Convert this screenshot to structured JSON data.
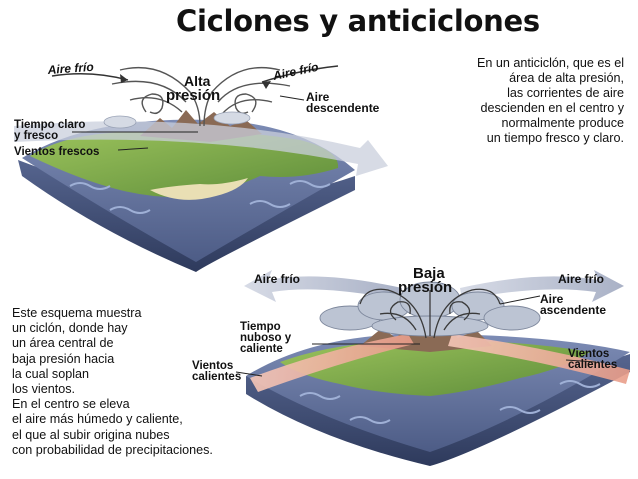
{
  "title": "Ciclones y anticiclones",
  "anticyclone": {
    "center_label_line1": "Alta",
    "center_label_line2": "presión",
    "cold_air_left": "Aire frío",
    "cold_air_right": "Aire frío",
    "descending_line1": "Aire",
    "descending_line2": "descendente",
    "weather_line1": "Tiempo claro",
    "weather_line2": "y fresco",
    "winds": "Vientos frescos",
    "description_lines": [
      "En un anticiclón, que es el",
      "área de alta presión,",
      "las corrientes de aire",
      "descienden en el centro y",
      "normalmente produce",
      "un tiempo fresco y claro."
    ]
  },
  "cyclone": {
    "center_label_line1": "Baja",
    "center_label_line2": "presión",
    "cold_air_left": "Aire frío",
    "cold_air_right": "Aire frío",
    "ascending_line1": "Aire",
    "ascending_line2": "ascendente",
    "weather_line1": "Tiempo",
    "weather_line2": "nuboso y",
    "weather_line3": "caliente",
    "warm_winds_left_line1": "Vientos",
    "warm_winds_left_line2": "calientes",
    "warm_winds_right_line1": "Vientos",
    "warm_winds_right_line2": "calientes",
    "description_lines": [
      "Este esquema muestra",
      "un ciclón, donde hay",
      "un área central de",
      "baja presión hacia",
      "la cual soplan",
      "los vientos.",
      "En el centro se eleva",
      "el aire más húmedo y caliente,",
      "el que al subir origina nubes",
      "con probabilidad de precipitaciones."
    ]
  },
  "colors": {
    "ocean": "#5f6f98",
    "ocean_side": "#3d4a70",
    "land": "#7aa84a",
    "mountain": "#8a6a55",
    "air_arrow": "#c9cfdc",
    "warm_arrow": "#f2b8a8"
  }
}
